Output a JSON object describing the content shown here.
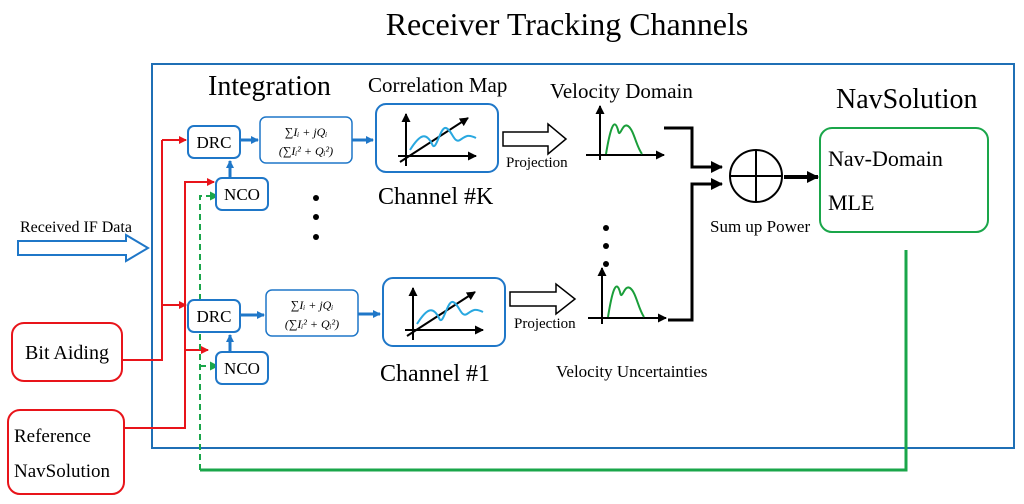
{
  "title": "Receiver Tracking Channels",
  "headings": {
    "integration": "Integration",
    "correlation_map": "Correlation Map",
    "velocity_domain": "Velocity Domain",
    "nav_solution": "NavSolution"
  },
  "inputs": {
    "received_if": "Received IF Data",
    "bit_aiding": "Bit Aiding",
    "reference_line1": "Reference",
    "reference_line2": "NavSolution"
  },
  "channel_k": {
    "drc": "DRC",
    "nco": "NCO",
    "formula_num": "∑Iᵢ + jQᵢ",
    "formula_den": "(∑Iᵢ² + Qᵢ²)",
    "projection": "Projection",
    "label": "Channel #K"
  },
  "channel_1": {
    "drc": "DRC",
    "nco": "NCO",
    "formula_num": "∑Iᵢ + jQᵢ",
    "formula_den": "(∑Iᵢ² + Qᵢ²)",
    "projection": "Projection",
    "label": "Channel #1"
  },
  "sum_up_power": "Sum up Power",
  "velocity_uncertainties": "Velocity Uncertainties",
  "nav_block": {
    "line1": "Nav-Domain",
    "line2": "MLE"
  },
  "colors": {
    "frame": "#1f6fb5",
    "signal": "#1f77c8",
    "aiding": "#e8141a",
    "feedback": "#1aa64a",
    "curve_green": "#1a9e3a",
    "curve_cyan": "#29a8e0"
  }
}
